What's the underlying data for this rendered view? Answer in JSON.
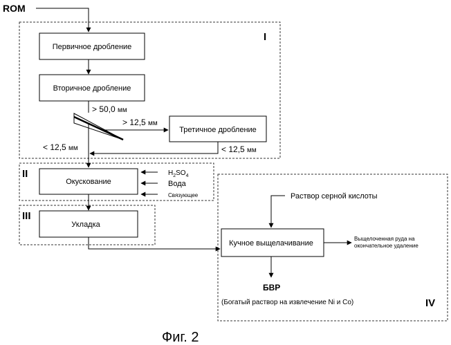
{
  "input": {
    "label": "ROM"
  },
  "zones": {
    "I": "I",
    "II": "II",
    "III": "III",
    "IV": "IV"
  },
  "steps": {
    "primary_crushing": "Первичное дробление",
    "secondary_crushing": "Вторичное дробление",
    "tertiary_crushing": "Третичное дробление",
    "agglomeration": "Окускование",
    "stacking": "Укладка",
    "heap_leaching": "Кучное выщелачивание"
  },
  "size_labels": {
    "over_50": "> 50,0",
    "over_50_unit": "мм",
    "over_12_5": "> 12,5",
    "over_12_5_unit": "мм",
    "under_12_5_left": "< 12,5",
    "under_12_5_left_unit": "мм",
    "under_12_5_right": "< 12,5",
    "under_12_5_right_unit": "мм"
  },
  "agglomeration_inputs": {
    "acid_h": "H",
    "acid_h_sub": "2",
    "acid_so": "SO",
    "acid_so_sub": "4",
    "water": "Вода",
    "binder": "Связующее"
  },
  "leaching": {
    "acid_solution": "Раствор серной кислоты",
    "residue_line1": "Выщелоченная руда на",
    "residue_line2": "окончательное удаление",
    "pls_title": "БВР",
    "pls_desc": "(Богатый раствор на извлечение Ni и Co)"
  },
  "caption": "Фиг. 2",
  "colors": {
    "line": "#000000",
    "dash": "#333333",
    "background": "#ffffff"
  }
}
